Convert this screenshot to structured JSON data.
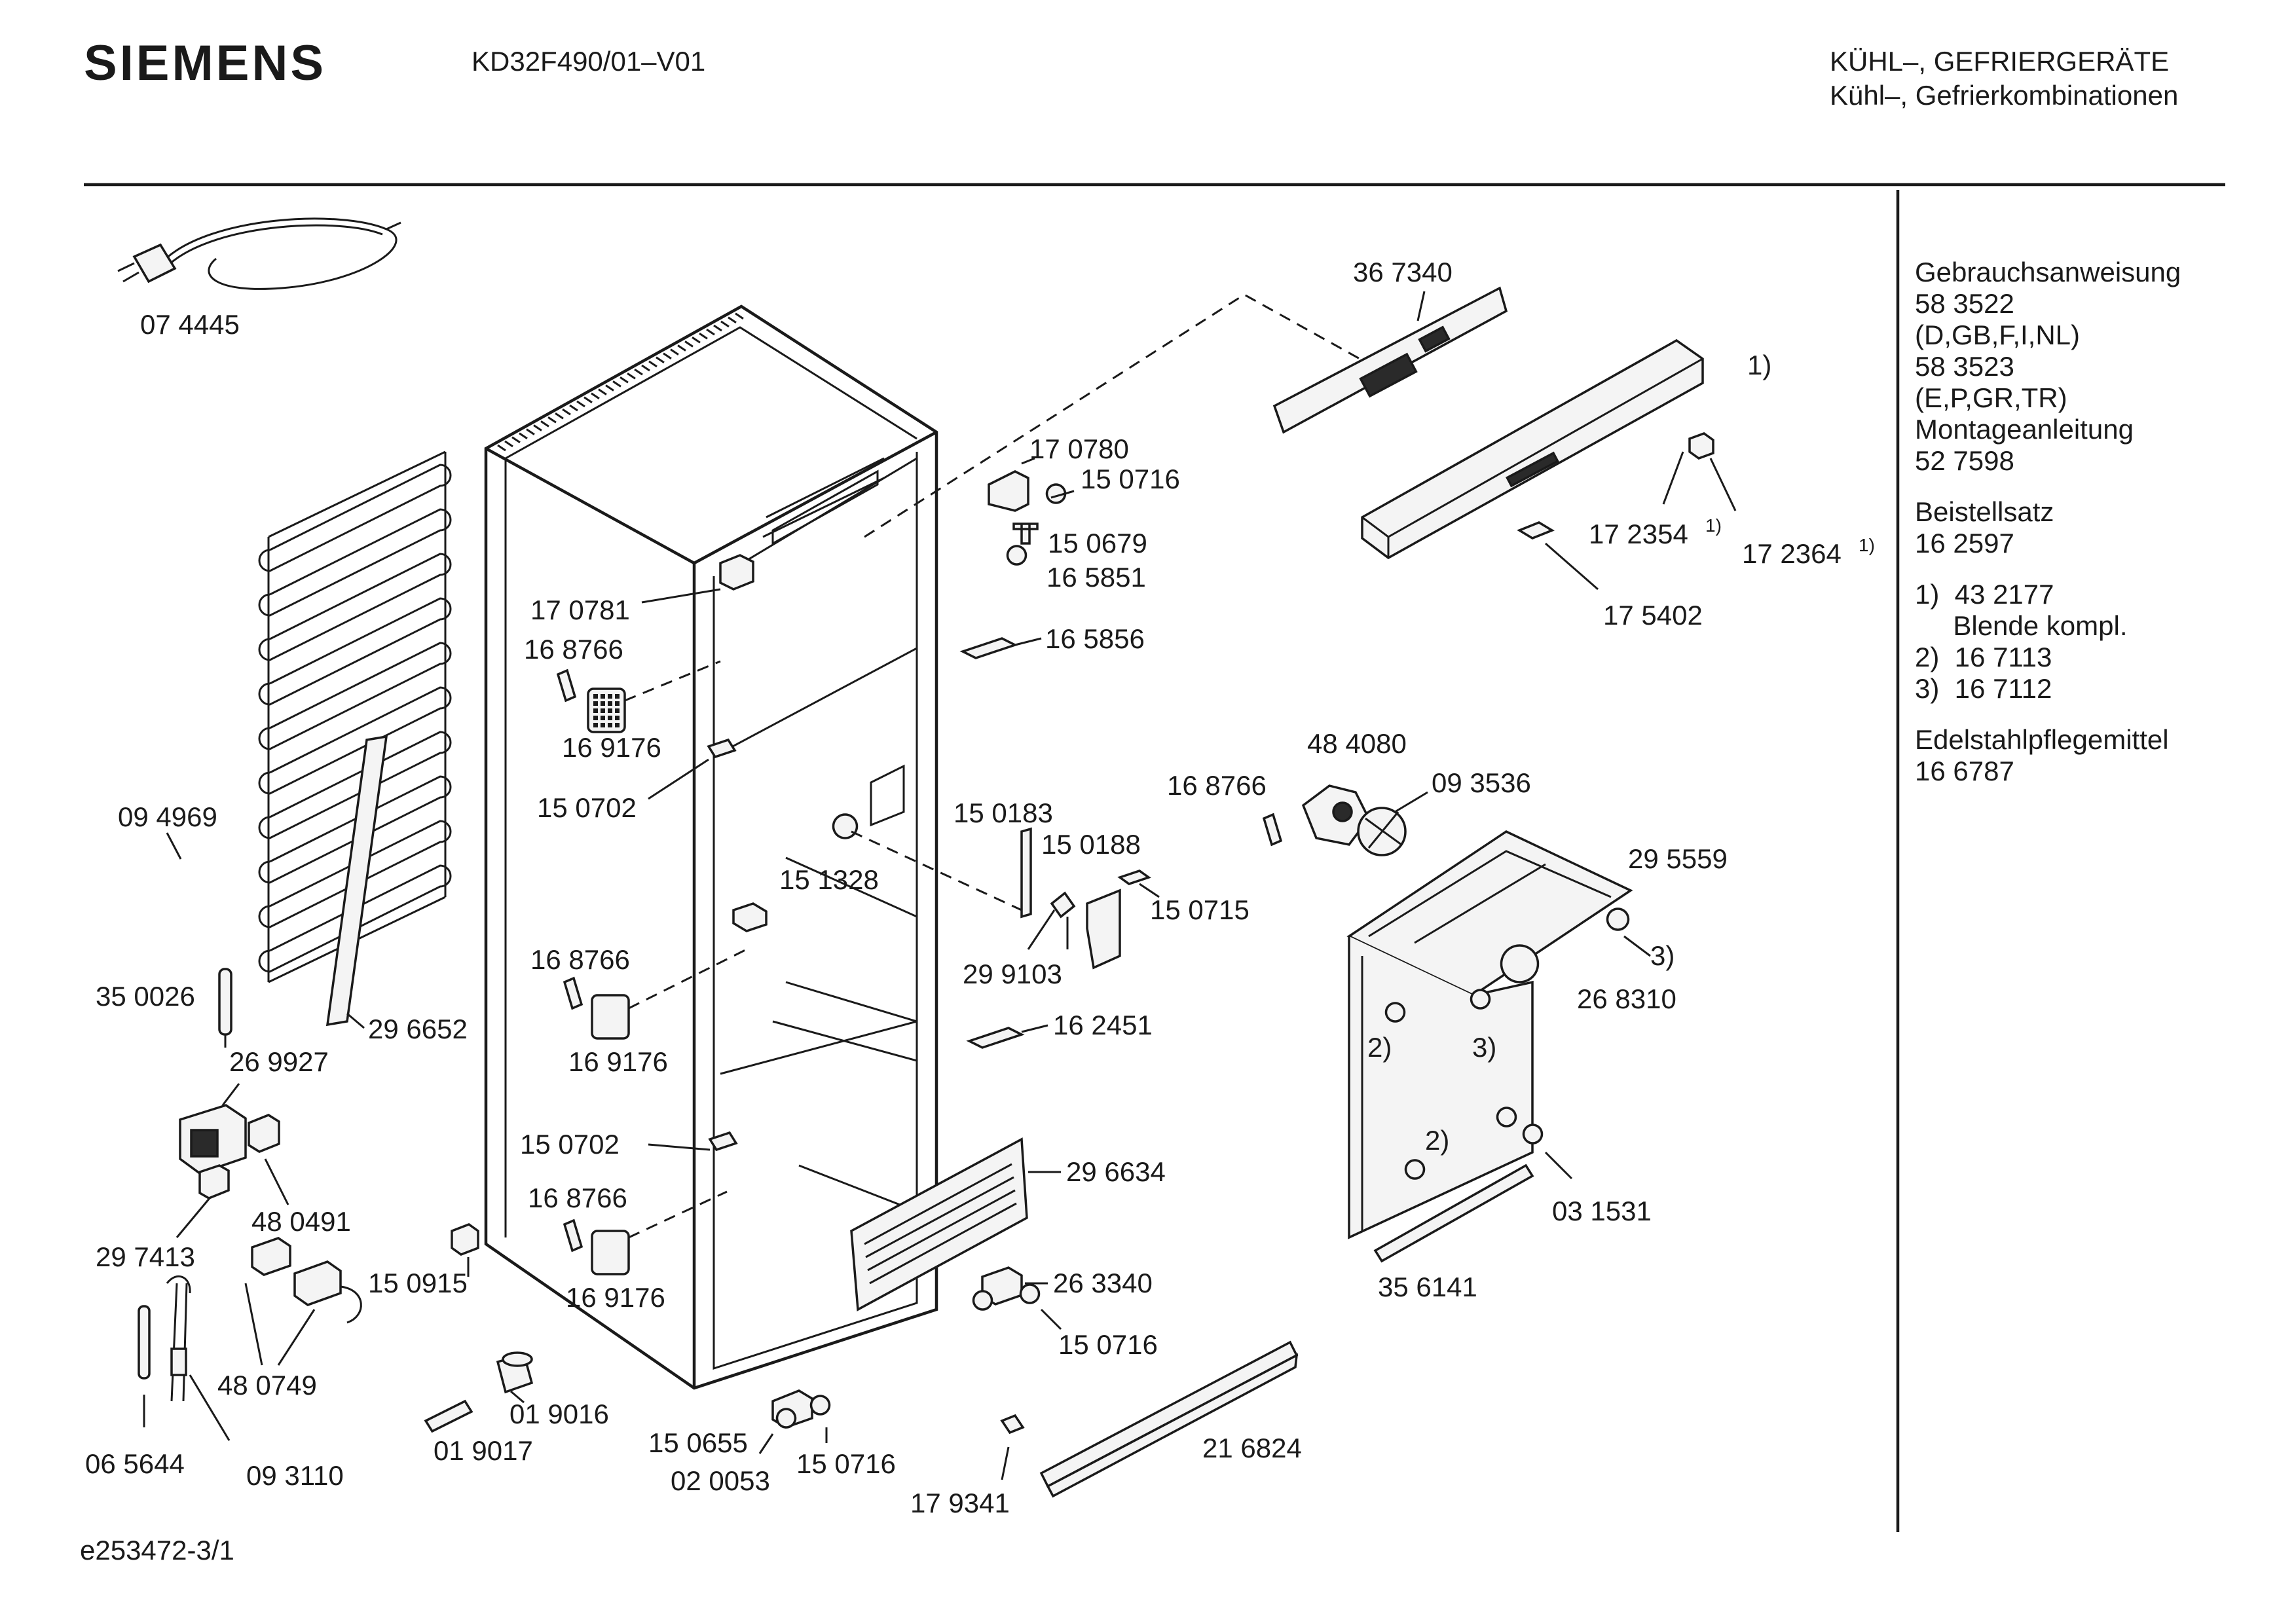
{
  "header": {
    "brand": "SIEMENS",
    "model": "KD32F490/01–V01",
    "category_line1": "KÜHL–, GEFRIERGERÄTE",
    "category_line2": "Kühl–, Gefrierkombinationen"
  },
  "footer": {
    "drawing_id": "e253472-3/1"
  },
  "side_panel": [
    "Gebrauchsanweisung",
    "58 3522",
    "(D,GB,F,I,NL)",
    "58 3523",
    "(E,P,GR,TR)",
    "Montageanleitung",
    "52 7598",
    "",
    "Beistellsatz",
    "16 2597",
    "",
    "1)  43 2177",
    "     Blende kompl.",
    "2)  16 7113",
    "3)  16 7112",
    "",
    "Edelstahlpflegemittel",
    "16 6787"
  ],
  "parts": {
    "p074445": "07 4445",
    "p094969": "09 4969",
    "p350026": "35 0026",
    "p296652": "29 6652",
    "p269927": "26 9927",
    "p480491": "48 0491",
    "p297413": "29 7413",
    "p480749": "48 0749",
    "p065644": "06 5644",
    "p093110": "09 3110",
    "p150915": "15 0915",
    "p019016": "01 9016",
    "p019017": "01 9017",
    "p170781": "17 0781",
    "p168766a": "16 8766",
    "p169176a": "16 9176",
    "p150702a": "15 0702",
    "p168766b": "16 8766",
    "p169176b": "16 9176",
    "p150702b": "15 0702",
    "p168766c": "16 8766",
    "p169176c": "16 9176",
    "p170780": "17 0780",
    "p150716a": "15 0716",
    "p150679": "15 0679",
    "p165851": "16 5851",
    "p165856": "16 5856",
    "p150183": "15 0183",
    "p150188": "15 0188",
    "p151328": "15 1328",
    "p150715": "15 0715",
    "p299103": "29 9103",
    "p162451": "16 2451",
    "p296634": "29 6634",
    "p263340": "26 3340",
    "p150716b": "15 0716",
    "p150655": "15 0655",
    "p020053": "02 0053",
    "p150716c": "15 0716",
    "p179341": "17 9341",
    "p216824": "21 6824",
    "p367340": "36 7340",
    "p172354": "17 2354",
    "p172364": "17 2364",
    "p175402": "17 5402",
    "p484080": "48 4080",
    "p093536": "09 3536",
    "p168766d": "16 8766",
    "p295559": "29 5559",
    "p268310": "26 8310",
    "p031531": "03 1531",
    "p356141": "35 6141"
  },
  "notes": {
    "n1": "1)",
    "n1b": "1)",
    "n1c": "1)",
    "n2a": "2)",
    "n2b": "2)",
    "n3a": "3)",
    "n3b": "3)"
  }
}
